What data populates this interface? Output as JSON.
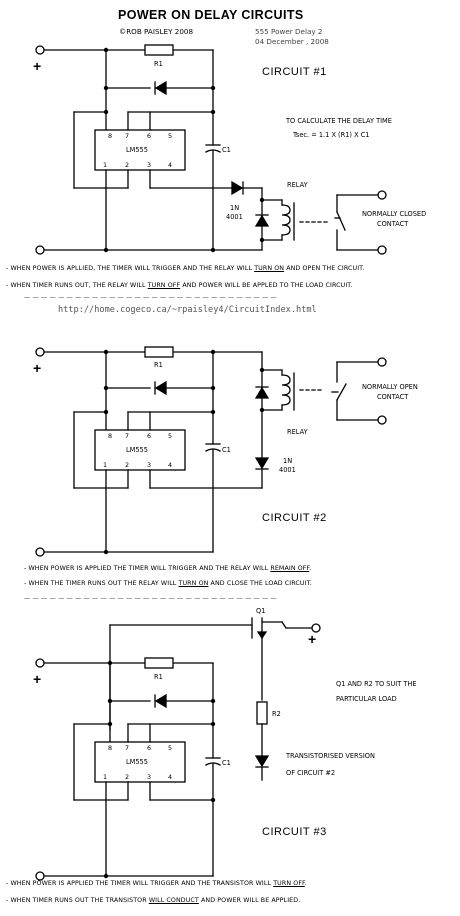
{
  "header": {
    "title": "POWER ON DELAY CIRCUITS",
    "author": "©ROB PAISLEY 2008",
    "file": "555 Power Delay 2",
    "date": "04 December , 2008"
  },
  "url": "http://home.cogeco.ca/~rpaisley4/CircuitIndex.html",
  "divider": "— — — — — — — — — — — — — — — — — — — — — — — — — — — — — —",
  "common": {
    "plus": "+",
    "r1": "R1",
    "c1": "C1",
    "ic": "LM555",
    "pins_top": [
      "8",
      "7",
      "6",
      "5"
    ],
    "pins_bottom": [
      "1",
      "2",
      "3",
      "4"
    ]
  },
  "circuit1": {
    "name": "CIRCUIT #1",
    "calc_title": "TO CALCULATE THE DELAY TIME",
    "formula": "Tsec. = 1.1 X (R1) X C1",
    "relay": "RELAY",
    "diode_1": "1N",
    "diode_2": "4001",
    "contact_1": "NORMALLY CLOSED",
    "contact_2": "CONTACT",
    "note1": {
      "pre": "- WHEN POWER IS APLLIED, THE TIMER WILL TRIGGER AND THE RELAY WILL ",
      "em": "TURN ON",
      "post": " AND OPEN THE CIRCUIT."
    },
    "note2": {
      "pre": "- WHEN TIMER RUNS OUT, THE RELAY WILL ",
      "em": "TURN OFF",
      "post": " AND POWER WILL BE APPLED TO THE LOAD CIRCUIT."
    }
  },
  "circuit2": {
    "name": "CIRCUIT #2",
    "relay": "RELAY",
    "diode_1": "1N",
    "diode_2": "4001",
    "contact_1": "NORMALLY OPEN",
    "contact_2": "CONTACT",
    "note1": {
      "pre": "- WHEN POWER IS APPLIED THE TIMER WILL TRIGGER AND THE RELAY WILL ",
      "em": "REMAIN OFF",
      "post": "."
    },
    "note2": {
      "pre": "- WHEN THE TIMER RUNS OUT THE RELAY WILL ",
      "em": "TURN ON",
      "post": " AND CLOSE THE LOAD CIRCUIT."
    }
  },
  "circuit3": {
    "name": "CIRCUIT #3",
    "q1": "Q1",
    "r2": "R2",
    "load_1": "Q1 AND R2 TO SUIT THE",
    "load_2": "PARTICULAR LOAD",
    "trans_1": "TRANSISTORISED VERSION",
    "trans_2": "OF CIRCUIT #2",
    "note1": {
      "pre": "- WHEN POWER IS APPLIED THE TIMER WILL TRIGGER AND THE TRANSISTOR WILL ",
      "em": "TURN OFF",
      "post": "."
    },
    "note2": {
      "pre": "- WHEN TIMER RUNS OUT THE TRANSISTOR ",
      "em": "WILL CONDUCT",
      "post": " AND POWER WILL BE APPLIED."
    }
  }
}
